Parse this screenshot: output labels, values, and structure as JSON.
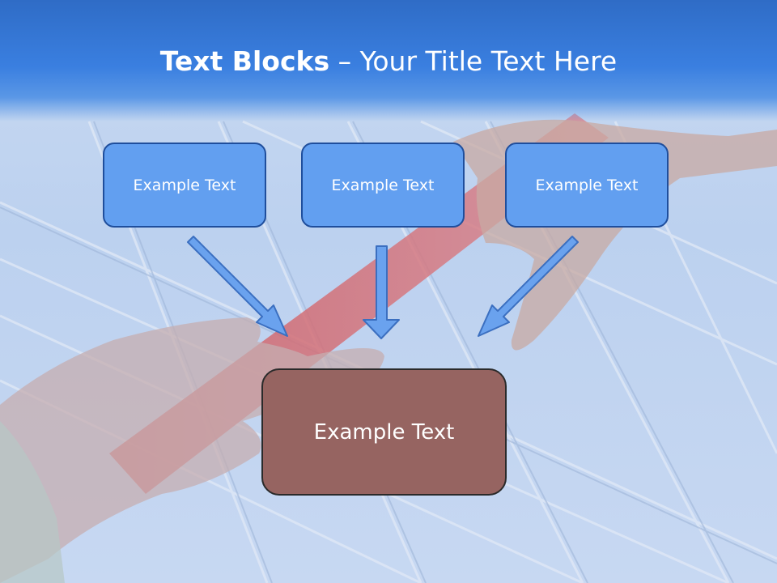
{
  "title": {
    "bold": "Text Blocks",
    "separator": " – ",
    "rest": "Your Title Text Here"
  },
  "blocks": [
    {
      "label": "Example Text"
    },
    {
      "label": "Example Text"
    },
    {
      "label": "Example Text"
    }
  ],
  "target": {
    "label": "Example Text"
  },
  "colors": {
    "header": "#3a7fe0",
    "box_fill": "#629ff0",
    "box_border": "#1f4e9c",
    "target_fill": "#966461",
    "arrow_fill": "#6aa2ee",
    "arrow_stroke": "#3b6fc0"
  }
}
